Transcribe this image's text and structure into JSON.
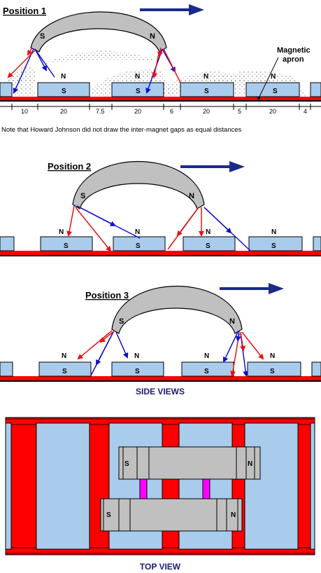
{
  "position1": {
    "title": "Position 1",
    "apron_label_1": "Magnetic",
    "apron_label_2": "apron",
    "dims": [
      "10",
      "20",
      "7.5",
      "20",
      "6",
      "20",
      "5",
      "20",
      "4"
    ],
    "note": "Note that Howard Johnson did not draw the inter-magnet gaps as equal distances"
  },
  "position2": {
    "title": "Position 2"
  },
  "position3": {
    "title": "Position 3"
  },
  "side_views_label": "SIDE VIEWS",
  "top_view_label": "TOP VIEW",
  "pole_S": "S",
  "pole_N": "N",
  "colors": {
    "magnet_fill": "#a9cbec",
    "apron_red": "#ff0000",
    "rail_black": "#000000",
    "armature_grey": "#c0c0c0",
    "arrow_blue": "#1010cc",
    "force_red": "#e81010",
    "direction_arrow": "#1a2a8c",
    "spacer_magenta": "#ff00ff",
    "label_navy": "#1a1a7a"
  }
}
